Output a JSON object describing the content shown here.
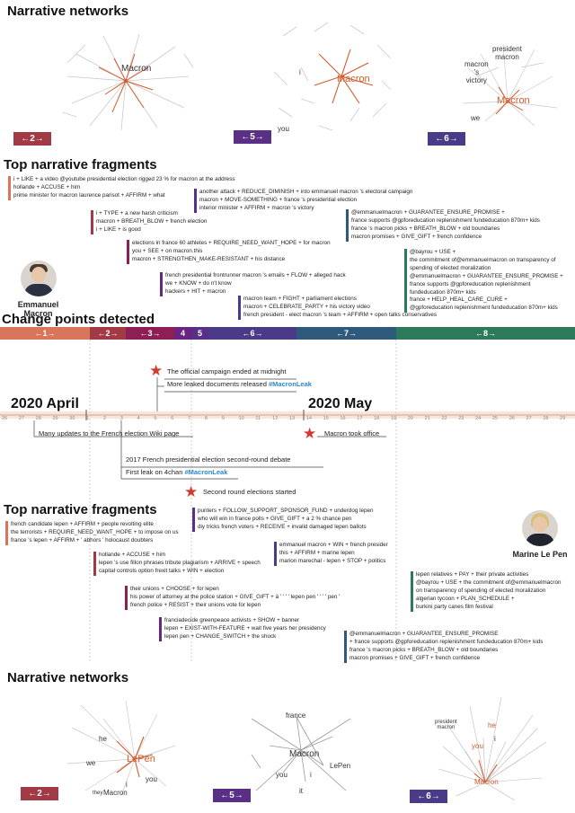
{
  "sections": {
    "networks_top": "Narrative networks",
    "fragments_top": "Top narrative fragments",
    "change_points": "Change points detected",
    "fragments_bottom": "Top narrative fragments",
    "networks_bottom": "Narrative networks"
  },
  "network_tags_top": [
    "←2→",
    "←5→",
    "←6→"
  ],
  "network_tags_bottom": [
    "←2→",
    "←5→",
    "←6→"
  ],
  "net_top_1": {
    "center": "Macron"
  },
  "net_top_2": {
    "i": "i",
    "center": "Macron",
    "you": "you"
  },
  "net_top_3": {
    "president_macron": "president\nmacron",
    "macron_victory": "macron\n's\nvictory",
    "center": "Macron",
    "we": "we"
  },
  "net_bot_1": {
    "he": "he",
    "we": "we",
    "center": "LePen",
    "you": "you",
    "i": "i",
    "they": "they",
    "macron": "Macron"
  },
  "net_bot_2": {
    "france": "france",
    "center": "Macron",
    "lepen": "LePen",
    "you": "you",
    "i": "i",
    "it": "it"
  },
  "net_bot_3": {
    "president_macron": "president\nmacron",
    "center": "Macron",
    "you": "you",
    "i": "i",
    "he": "he"
  },
  "persona_macron": "Emmanuel Macron",
  "persona_lepen": "Marine Le Pen",
  "colors": {
    "seg1": "#d9755a",
    "seg2": "#a23a45",
    "seg3": "#8e1f55",
    "seg4": "#6a2583",
    "seg5": "#5a2f86",
    "seg6": "#4a3a87",
    "seg7": "#2f5a7c",
    "seg8": "#2d7a5b",
    "accent": "#d35a2a",
    "star": "#d23a2f",
    "hashtag": "#2c86c9"
  },
  "frag_top": [
    [
      "i + LIKE + a video @youtube presidential election rigged 23 % for macron at the address",
      "hollande + ACCUSE + him",
      "prime minister for macron laurence parisot + AFFIRM + what"
    ],
    [
      "another attack + REDUCE_DIMINISH + into emmanuel macron 's electoral campaign",
      "macron + MOVE-SOMETHING + france 's presidential election",
      "interior minister + AFFIRM + macron 's victory"
    ],
    [
      "i + TYPE + a new harsh criticism",
      "macron + BREATH_BLOW + french election",
      "i + LIKE + is good"
    ],
    [
      "elections in france 60 athletes + REQUIRE_NEED_WANT_HOPE + for macron",
      "you + SEE + on macron.this",
      "macron + STRENGTHEN_MAKE-RESISTANT + his distance"
    ],
    [
      "french presidential frontrunner macron 's emails + FLOW + alleged hack",
      "we + KNOW + do n't know",
      "hackers + HIT + macron"
    ],
    [
      "macron team + FIGHT + parliament elections",
      "macron + CELEBRATE_PARTY + his victory video",
      "french president - elect macron 's team + AFFIRM + open talks conservatives"
    ],
    [
      "@emmanuelmacron + GUARANTEE_ENSURE_PROMISE +",
      "france supports @gpforeducation replenishment fundeducation 870m+ kids",
      "france 's macron picks + BREATH_BLOW + old boundaries",
      "macron promises + GIVE_GIFT + french confidence"
    ],
    [
      "@bayrou + USE +",
      "the commitment of@emmanuelmacron on transparency of",
      "spending of elected moralization",
      "@emmanuelmacron + GUARANTEE_ENSURE_PROMISE +",
      "france supports @gpforeducation replenishment",
      "fundeducation 870m+ kids",
      "france + HELP_HEAL_CARE_CURE +",
      "@gpforeducation replenishment fundeducation 870m+ kids"
    ]
  ],
  "frag_bottom": [
    [
      "french candidate lepen + AFFIRM + people revolting elite",
      "the terrorists + REQUIRE_NEED_WANT_HOPE + to impose on us",
      "france 's lepen + AFFIRM + ' abhors ' holocaust doubters"
    ],
    [
      "punters + FOLLOW_SUPPORT_SPONSOR_FUND + underdog lepen",
      "who will win in france polls + GIVE_GIFT + a 2 % chance pen",
      "diy tricks french voters + RECEIVE + invalid damaged lepen ballots"
    ],
    [
      "hollande + ACCUSE + him",
      "lepen 's use fillon phrases tribute plagiarism + ARRIVE + speech",
      "capital controls option frexit talks + WIN + election"
    ],
    [
      "emmanuel macron + WIN + french presider",
      "this + AFFIRM + marine lepen",
      "marion marechal - lepen + STOP + politics"
    ],
    [
      "their unions + CHOOSE + for lepen",
      "his power of attorney at the police station + GIVE_GIFT + à ' ' ' ' lepen pen ' ' ' ' pen '",
      "french police + RESIST + their unions vote for lepen"
    ],
    [
      "lepen relatives + PAY + their private activities",
      "@bayrou + USE + the commitment of@emmanuelmacron",
      "on transparency of spending of elected moralization",
      "algerian tycoon + PLAN_SCHEDULE +",
      "burkini party canes film festival"
    ],
    [
      "franciadecide greenpeace activists + SHOW + banner",
      "lepen + EXIST-WITH-FEATURE + wait five years her presidency",
      "lepen pen + CHANGE_SWITCH + the shock"
    ],
    [
      "@emmanuelmacron + GUARANTEE_ENSURE_PROMISE",
      "+ france supports @gpforeducation replenishment fundeducation 870m+ kids",
      "france 's macron picks + BREATH_BLOW + old boundaries",
      "macron promises + GIVE_GIFT + french confidence"
    ]
  ],
  "segments": [
    "←1→",
    "←2→",
    "←3→",
    "4",
    "5",
    "←6→",
    "←7→",
    "←8→"
  ],
  "timeline": {
    "month1": "2020 April",
    "month2": "2020 May",
    "ticks": [
      "26",
      "27",
      "28",
      "29",
      "30",
      "1",
      "2",
      "3",
      "4",
      "5",
      "6",
      "7",
      "8",
      "9",
      "10",
      "11",
      "12",
      "13",
      "14",
      "15",
      "16",
      "17",
      "18",
      "19",
      "20",
      "21",
      "22",
      "23",
      "24",
      "25",
      "26",
      "27",
      "28",
      "29"
    ]
  },
  "events": {
    "e1": "The official campaign ended at midnight",
    "e2_text": "More leaked documents released ",
    "e2_hash": "#MacronLeak",
    "e3": "Many updates to the French election Wiki page",
    "e4": "Macron took office",
    "e5": "2017 French presidential election second-round debate",
    "e6_text": "First leak on 4chan ",
    "e6_hash": "#MacronLeak",
    "e7": "Second round elections started"
  }
}
